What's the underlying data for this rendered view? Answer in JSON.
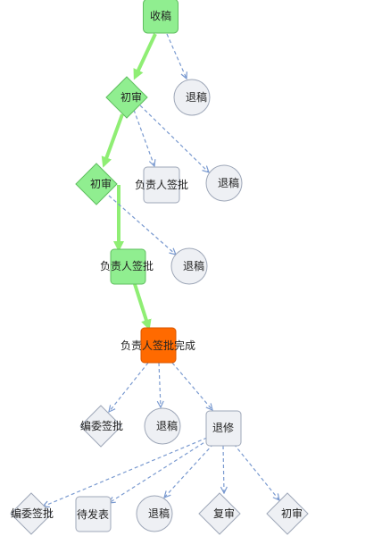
{
  "colors": {
    "done_fill": "#90ee90",
    "done_stroke": "#5fbf5f",
    "current_fill": "#ff6a00",
    "current_stroke": "#d95700",
    "pending_fill": "#eef0f4",
    "pending_stroke": "#9ea7b8",
    "edge_done": "#8fee74",
    "edge_pending": "#7a9ad0",
    "text": "#222222"
  },
  "nodes": [
    {
      "label": "收稿"
    },
    {
      "label": "初审"
    },
    {
      "label": "退稿"
    },
    {
      "label": "初审"
    },
    {
      "label": "负责人签批"
    },
    {
      "label": "退稿"
    },
    {
      "label": "负责人签批"
    },
    {
      "label": "退稿"
    },
    {
      "label": "负责人签批完成"
    },
    {
      "label": "编委签批"
    },
    {
      "label": "退稿"
    },
    {
      "label": "退修"
    },
    {
      "label": "编委签批"
    },
    {
      "label": "待发表"
    },
    {
      "label": "退稿"
    },
    {
      "label": "复审"
    },
    {
      "label": "初审"
    }
  ],
  "edges": [
    {
      "from": 0,
      "to": 1,
      "highlighted": true
    },
    {
      "from": 0,
      "to": 2,
      "highlighted": false
    },
    {
      "from": 1,
      "to": 3,
      "highlighted": true
    },
    {
      "from": 1,
      "to": 4,
      "highlighted": false
    },
    {
      "from": 1,
      "to": 5,
      "highlighted": false
    },
    {
      "from": 3,
      "to": 6,
      "highlighted": true
    },
    {
      "from": 3,
      "to": 7,
      "highlighted": false
    },
    {
      "from": 6,
      "to": 8,
      "highlighted": true
    },
    {
      "from": 8,
      "to": 9,
      "highlighted": false
    },
    {
      "from": 8,
      "to": 10,
      "highlighted": false
    },
    {
      "from": 8,
      "to": 11,
      "highlighted": false
    },
    {
      "from": 11,
      "to": 12,
      "highlighted": false
    },
    {
      "from": 11,
      "to": 13,
      "highlighted": false
    },
    {
      "from": 11,
      "to": 14,
      "highlighted": false
    },
    {
      "from": 11,
      "to": 15,
      "highlighted": false
    },
    {
      "from": 11,
      "to": 16,
      "highlighted": false
    }
  ]
}
